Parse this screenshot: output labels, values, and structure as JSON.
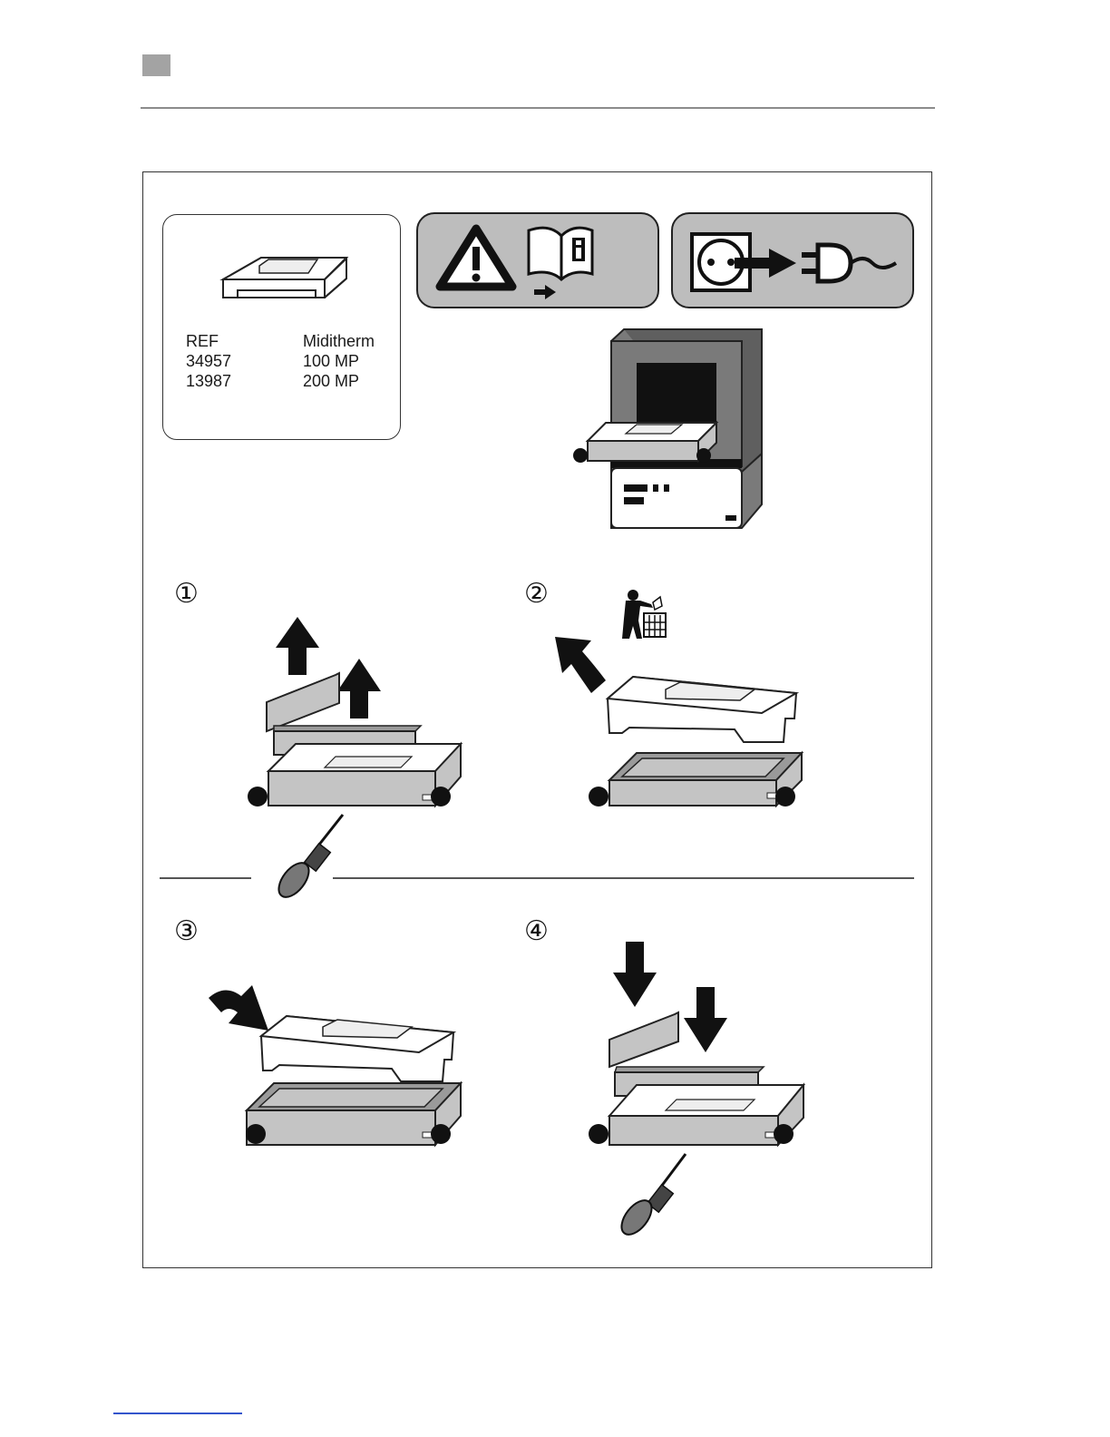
{
  "ref_panel": {
    "header_ref": "REF",
    "header_model": "Miditherm",
    "rows": [
      {
        "ref": "34957",
        "model": "100 MP"
      },
      {
        "ref": "13987",
        "model": "200 MP"
      }
    ]
  },
  "icons": {
    "warning": "warning-triangle-icon",
    "manual": "read-manual-icon",
    "unplug": "unplug-power-icon",
    "disposal": "dispose-in-bin-icon",
    "screwdriver": "screwdriver-icon"
  },
  "steps": [
    {
      "label": "①"
    },
    {
      "label": "②"
    },
    {
      "label": "③"
    },
    {
      "label": "④"
    }
  ],
  "colors": {
    "panel_gray": "#bdbdbd",
    "tray_gray": "#c4c4c4",
    "furnace_dark": "#6e6e6e"
  }
}
